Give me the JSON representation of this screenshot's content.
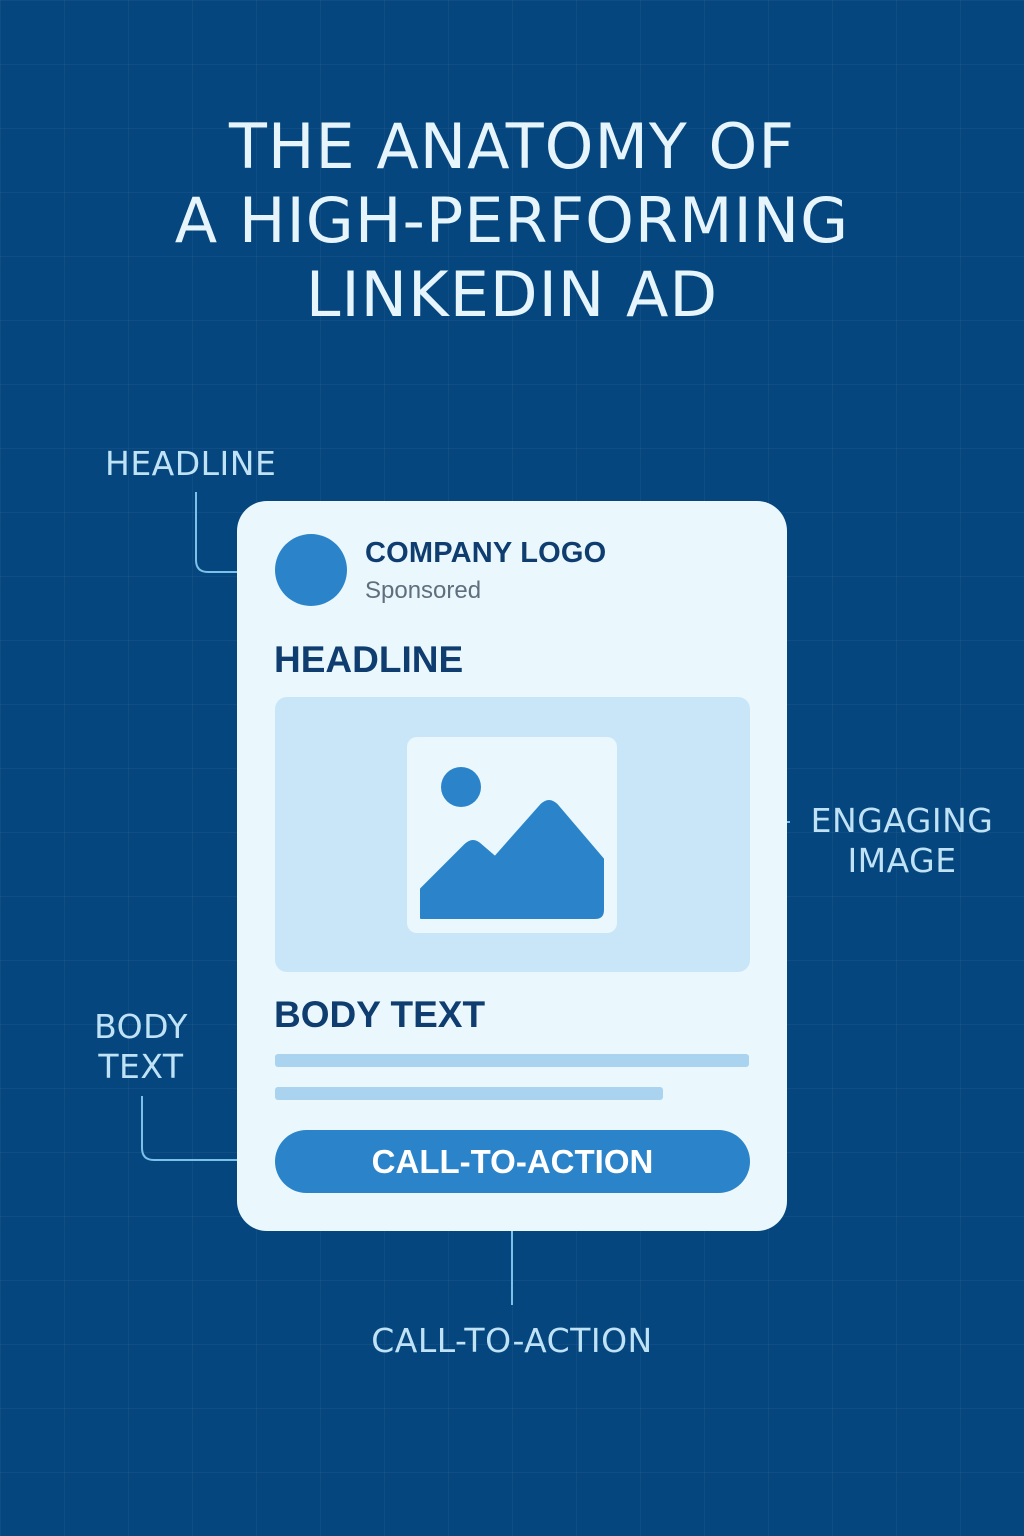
{
  "title": {
    "line1": "THE ANATOMY OF",
    "line2": "A HIGH-PERFORMING",
    "line3": "LINKEDIN AD"
  },
  "labels": {
    "headline": "HEADLINE",
    "engaging_line1": "ENGAGING",
    "engaging_line2": "IMAGE",
    "body_line1": "BODY",
    "body_line2": "TEXT",
    "cta": "CALL-TO-ACTION"
  },
  "card": {
    "company_name": "COMPANY LOGO",
    "sponsored": "Sponsored",
    "headline": "HEADLINE",
    "body_heading": "BODY TEXT",
    "cta_label": "CALL-TO-ACTION",
    "image_icon": "image-placeholder-icon"
  },
  "colors": {
    "background": "#06467f",
    "card": "#eaf8fd",
    "accent": "#2b84c9",
    "label_text": "#bfe3f5",
    "card_heading": "#0f3d70",
    "connector": "#7cc1ea"
  }
}
